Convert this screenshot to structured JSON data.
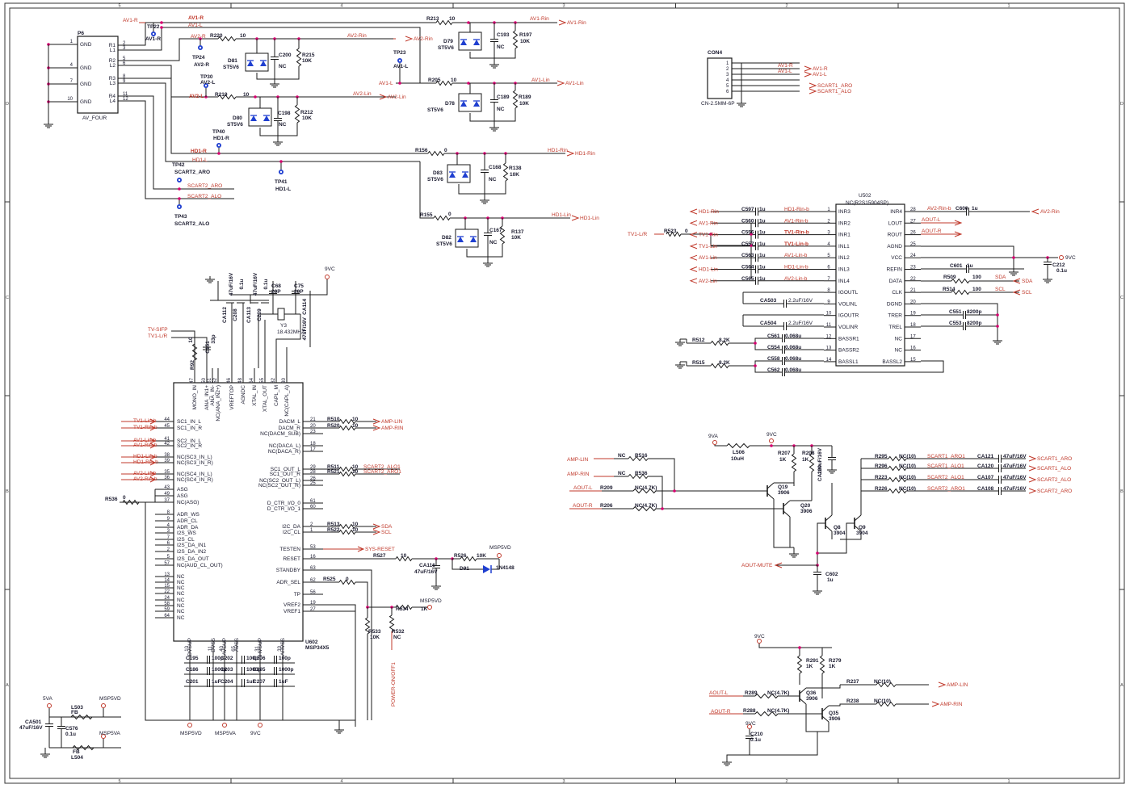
{
  "colors": {
    "wire": "#1a1a1a",
    "net": "#c0392b",
    "junction": "#d6006f",
    "diode": "#1f3fd0"
  },
  "frame": {
    "cols": [
      "5",
      "4",
      "3",
      "2",
      "1"
    ],
    "rows": [
      "D",
      "C",
      "B",
      "A"
    ]
  },
  "p6": {
    "ref": "P6",
    "name": "AV_FOUR",
    "left_pins": [
      {
        "n": "1",
        "l": "GND"
      },
      {
        "n": "4",
        "l": "GND"
      },
      {
        "n": "7",
        "l": "GND"
      },
      {
        "n": "10",
        "l": "GND"
      }
    ],
    "right_pins": [
      {
        "n": "2",
        "l": "R1"
      },
      {
        "n": "3",
        "l": "L1"
      },
      {
        "n": "5",
        "l": "R2"
      },
      {
        "n": "6",
        "l": "L2"
      },
      {
        "n": "8",
        "l": "R3"
      },
      {
        "n": "9",
        "l": "L3"
      },
      {
        "n": "11",
        "l": "R4"
      },
      {
        "n": "12",
        "l": "L4"
      }
    ]
  },
  "con4": {
    "ref": "CON4",
    "name": "CN-2.5MM-6P",
    "pins": [
      "1",
      "2",
      "3",
      "4",
      "5",
      "6"
    ],
    "nets": [
      "AV1-R",
      "AV1-L",
      "SCART1_ARO",
      "SCART1_ALO"
    ]
  },
  "top": {
    "nets": {
      "av1r": "AV1-R",
      "av1l": "AV1-L",
      "av2r": "AV2-R",
      "av2l": "AV2-L",
      "hd1r": "HD1-R",
      "hd1l": "HD1-L",
      "av1rin": "AV1-Rin",
      "av1lin": "AV1-Lin",
      "av2rin": "AV2-Rin",
      "av2lin": "AV2-Lin",
      "hd1rin": "HD1-Rin",
      "hd1lin": "HD1-Lin",
      "scart2aro": "SCART2_ARO",
      "scart2alo": "SCART2_ALO"
    },
    "testpoints": [
      {
        "ref": "TP22",
        "net": "AV1-R"
      },
      {
        "ref": "TP24",
        "net": "AV2-R"
      },
      {
        "ref": "TP30",
        "net": "AV2-L"
      },
      {
        "ref": "TP40",
        "net": "HD1-R"
      },
      {
        "ref": "TP42",
        "net": "SCART2_ARO"
      },
      {
        "ref": "TP43",
        "net": "SCART2_ALO"
      },
      {
        "ref": "TP41",
        "net": "HD1-L"
      },
      {
        "ref": "TP23",
        "net": "AV1-L"
      }
    ],
    "resistors": [
      {
        "ref": "R220",
        "v": "10"
      },
      {
        "ref": "R215",
        "v": "10K"
      },
      {
        "ref": "R219",
        "v": "10"
      },
      {
        "ref": "R212",
        "v": "10K"
      },
      {
        "ref": "R213",
        "v": "10"
      },
      {
        "ref": "R197",
        "v": "10K"
      },
      {
        "ref": "R205",
        "v": "10"
      },
      {
        "ref": "R189",
        "v": "10K"
      },
      {
        "ref": "R156",
        "v": "0"
      },
      {
        "ref": "R138",
        "v": "10K"
      },
      {
        "ref": "R155",
        "v": "0"
      },
      {
        "ref": "R137",
        "v": "10K"
      }
    ],
    "caps": [
      {
        "ref": "C200",
        "v": "NC"
      },
      {
        "ref": "C198",
        "v": "NC"
      },
      {
        "ref": "C193",
        "v": "NC"
      },
      {
        "ref": "C189",
        "v": "NC"
      },
      {
        "ref": "C168",
        "v": "NC"
      },
      {
        "ref": "C167",
        "v": "NC"
      }
    ],
    "diodes": [
      {
        "ref": "D81",
        "v": "ST5V6"
      },
      {
        "ref": "D80",
        "v": "ST5V6"
      },
      {
        "ref": "D79",
        "v": "ST5V6"
      },
      {
        "ref": "D78",
        "v": "ST5V6"
      },
      {
        "ref": "D83",
        "v": "ST5V6"
      },
      {
        "ref": "D82",
        "v": "ST5V6"
      }
    ]
  },
  "u502": {
    "ref": "U502",
    "part": "NC(R2S15904SP)",
    "left": [
      {
        "n": "1",
        "l": "INR3"
      },
      {
        "n": "2",
        "l": "INR2"
      },
      {
        "n": "3",
        "l": "INR1"
      },
      {
        "n": "4",
        "l": "INL1"
      },
      {
        "n": "5",
        "l": "INL2"
      },
      {
        "n": "6",
        "l": "INL3"
      },
      {
        "n": "7",
        "l": "INL4"
      },
      {
        "n": "8",
        "l": "IGOUTL"
      },
      {
        "n": "9",
        "l": "VOLINL"
      },
      {
        "n": "10",
        "l": "IGOUTR"
      },
      {
        "n": "11",
        "l": "VOLINR"
      },
      {
        "n": "12",
        "l": "BASSR1"
      },
      {
        "n": "13",
        "l": "BASSR2"
      },
      {
        "n": "14",
        "l": "BASSL1"
      }
    ],
    "right": [
      {
        "n": "28",
        "l": "INR4"
      },
      {
        "n": "27",
        "l": "LOUT"
      },
      {
        "n": "26",
        "l": "ROUT"
      },
      {
        "n": "25",
        "l": "AGND"
      },
      {
        "n": "24",
        "l": "VCC"
      },
      {
        "n": "23",
        "l": "REFIN"
      },
      {
        "n": "22",
        "l": "DATA"
      },
      {
        "n": "21",
        "l": "CLK"
      },
      {
        "n": "20",
        "l": "DGND"
      },
      {
        "n": "19",
        "l": "TRER"
      },
      {
        "n": "18",
        "l": "TREL"
      },
      {
        "n": "17",
        "l": "NC"
      },
      {
        "n": "16",
        "l": "NC"
      },
      {
        "n": "15",
        "l": "BASSL2"
      }
    ],
    "inputs": [
      {
        "net": "HD1-Rin",
        "cap": "C597",
        "v": "1u",
        "pin": "HD1-Rin-b"
      },
      {
        "net": "AV1-Rin",
        "cap": "C560",
        "v": "1u",
        "pin": "AV1-Rin-b"
      },
      {
        "net": "TV1-Rin",
        "cap": "C556",
        "v": "1u",
        "pin": "TV1-Rin-b"
      },
      {
        "net": "TV1-Lin",
        "cap": "C557",
        "v": "1u",
        "pin": "TV1-Lin-b"
      },
      {
        "net": "AV1-Lin",
        "cap": "C563",
        "v": "1u",
        "pin": "AV1-Lin-b"
      },
      {
        "net": "HD1-Lin",
        "cap": "C564",
        "v": "1u",
        "pin": "HD1-Lin-b"
      },
      {
        "net": "AV2-Lin",
        "cap": "C565",
        "v": "1u",
        "pin": "AV2-Lin-b"
      }
    ],
    "tv_in": "TV1-L/R",
    "r523": "R523",
    "r523v": "0",
    "vol": [
      {
        "ref": "CA503",
        "v": "2.2uF/16V"
      },
      {
        "ref": "CA504",
        "v": "2.2uF/16V"
      }
    ],
    "bass": [
      {
        "ref": "C561",
        "v": "0.068u"
      },
      {
        "ref": "C554",
        "v": "0.068u"
      },
      {
        "ref": "C558",
        "v": "0.068u"
      },
      {
        "ref": "C562",
        "v": "0.068u"
      }
    ],
    "bass_r": [
      {
        "ref": "R512",
        "v": "8.2K"
      },
      {
        "ref": "R515",
        "v": "8.2K"
      }
    ],
    "right_side": {
      "c600": "C600",
      "c600v": "1u",
      "av2rinb": "AV2-Rin-b",
      "av2rin": "AV2-Rin",
      "aoutl": "AOUT-L",
      "aoutr": "AOUT-R",
      "vcc": "9VC",
      "c601": "C601",
      "c601v": "1u",
      "c212": "C212",
      "c212v": "0.1u",
      "r509": "R509",
      "r509v": "100",
      "sda": "SDA",
      "r514": "R514",
      "r514v": "100",
      "scl": "SCL",
      "c551": "C551",
      "c551v": "8200p",
      "c553": "C553",
      "c553v": "8200p"
    }
  },
  "u602": {
    "ref": "U602",
    "part": "MSP34X5",
    "top_pins": [
      {
        "n": "47",
        "l": "MONO_IN"
      },
      {
        "n": "50",
        "l": "ANA_IN1+"
      },
      {
        "n": "51",
        "l": "ANA_IN-"
      },
      {
        "n": "52",
        "l": "NC(ANA_IN2+)"
      },
      {
        "n": "46",
        "l": "VREFTOP"
      },
      {
        "n": "48",
        "l": "AGNDC"
      },
      {
        "n": "54",
        "l": "XTAL_IN"
      },
      {
        "n": "55",
        "l": "XTAL_OUT"
      },
      {
        "n": "32",
        "l": "CAPL_M"
      },
      {
        "n": "30",
        "l": "NC(CAPL_A)"
      }
    ],
    "left_pins": [
      {
        "n": "44",
        "l": "SC1_IN_L",
        "net": "TV1-Lin-b"
      },
      {
        "n": "45",
        "l": "SC1_IN_R",
        "net": "TV1-Rin-b"
      },
      {
        "n": "41",
        "l": "SC2_IN_L",
        "net": "AV1-Lin-b"
      },
      {
        "n": "42",
        "l": "SC2_IN_R",
        "net": "AV1-Rin-b"
      },
      {
        "n": "38",
        "l": "NC(SC3_IN_L)",
        "net": "HD1-Lin-b"
      },
      {
        "n": "39",
        "l": "NC(SC3_IN_R)",
        "net": "HD1-Rin-b"
      },
      {
        "n": "35",
        "l": "NC(SC4_IN_L)",
        "net": "AV2-Lin-b"
      },
      {
        "n": "36",
        "l": "NC(SC4_IN_R)",
        "net": "AV2-Rin-b"
      },
      {
        "n": "43",
        "l": "ASG"
      },
      {
        "n": "49",
        "l": "ASG"
      },
      {
        "n": "37",
        "l": "NC(ASG)"
      },
      {
        "n": "8",
        "l": "ADR_WS"
      },
      {
        "n": "9",
        "l": "ADR_CL"
      },
      {
        "n": "4",
        "l": "ADR_DA"
      },
      {
        "n": "3",
        "l": "I2S_WS"
      },
      {
        "n": "7",
        "l": "I2S_CL"
      },
      {
        "n": "6",
        "l": "I2S_DA_IN1"
      },
      {
        "n": "2",
        "l": "I2S_DA_IN2"
      },
      {
        "n": "5",
        "l": "I2S_DA_OUT"
      },
      {
        "n": "57",
        "l": "NC(AUD_CL_OUT)"
      },
      {
        "n": "13",
        "l": "NC"
      },
      {
        "n": "14",
        "l": "NC"
      },
      {
        "n": "15",
        "l": "NC"
      },
      {
        "n": "22",
        "l": "NC"
      },
      {
        "n": "24",
        "l": "NC"
      },
      {
        "n": "58",
        "l": "NC"
      },
      {
        "n": "59",
        "l": "NC"
      },
      {
        "n": "64",
        "l": "NC"
      }
    ],
    "right_pins": [
      {
        "n": "21",
        "l": "DACM_L"
      },
      {
        "n": "20",
        "l": "DACM_R"
      },
      {
        "n": "23",
        "l": "NC(DACM_SUB)"
      },
      {
        "n": "18",
        "l": "NC(DACA_L)"
      },
      {
        "n": "17",
        "l": "NC(DACA_R)"
      },
      {
        "n": "29",
        "l": "SC1_OUT_L"
      },
      {
        "n": "28",
        "l": "SC1_OUT_R"
      },
      {
        "n": "26",
        "l": "NC(SC2_OUT_L)"
      },
      {
        "n": "25",
        "l": "NC(SC2_OUT_R)"
      },
      {
        "n": "61",
        "l": "D_CTR_I/O_0"
      },
      {
        "n": "60",
        "l": "D_CTR_I/O_1"
      },
      {
        "n": "2",
        "l": "I2C_DA"
      },
      {
        "n": "1",
        "l": "I2C_CL"
      },
      {
        "n": "53",
        "l": "TESTEN"
      },
      {
        "n": "16",
        "l": "RESET"
      },
      {
        "n": "63",
        "l": "STANDBY"
      },
      {
        "n": "62",
        "l": "ADR_SEL"
      },
      {
        "n": "56",
        "l": "TP"
      },
      {
        "n": "19",
        "l": "VREF2"
      },
      {
        "n": "27",
        "l": "VREF1"
      }
    ],
    "bottom_pins": [
      {
        "n": "10",
        "l": "DVSUP"
      },
      {
        "n": "11",
        "l": "DVSS"
      },
      {
        "n": "40",
        "l": "AVSUP"
      },
      {
        "n": "65",
        "l": "AVSS"
      },
      {
        "n": "31",
        "l": "AHVSUP"
      },
      {
        "n": "33",
        "l": "AHVSS"
      }
    ],
    "out_res": [
      {
        "ref": "R510",
        "v": "10",
        "net": "AMP-LIN"
      },
      {
        "ref": "R520",
        "v": "10",
        "net": "AMP-RIN"
      },
      {
        "ref": "R511",
        "v": "10",
        "net": "SCART2_ALO1"
      },
      {
        "ref": "R521",
        "v": "10",
        "net": "SCART2_ARO1"
      },
      {
        "ref": "R513",
        "v": "10",
        "net": "SDA"
      },
      {
        "ref": "R522",
        "v": "10",
        "net": "SCL"
      }
    ],
    "misc": {
      "testen": "SYS-RESET",
      "r527": "R527",
      "r527v": "10",
      "r526": "R526",
      "r526v": "10K",
      "d91": "D91",
      "d91v": "1N4148",
      "msp5vd": "MSP5VD",
      "ca116": "CA116",
      "ca116v": "47uF/16V",
      "r525": "R525",
      "r525v": "0",
      "r534": "R534",
      "r534v": "1K",
      "msp5vd2": "MSP5VD",
      "r533": "R533",
      "r533v": "10K",
      "r532": "R532",
      "r532v": "NC",
      "pwr": "POWER-ON/OFF1",
      "tvsif": "TV-SIFP",
      "tvlr": "TV1-L/R",
      "r92": "R92",
      "r92v": "10",
      "c151": "C151",
      "c151v": "33p",
      "c152": "C152",
      "c152v": "33p",
      "r536": "R536",
      "r536v": "0",
      "nine_vc": "9VC",
      "ca112": "CA112",
      "ca112v": "47uF/16V",
      "c208": "C208",
      "c208v": "0.1u",
      "ca113": "CA113",
      "ca113v": "47uF/16V",
      "c209": "C209",
      "c209v": "0.1u",
      "c68": "C68",
      "c68v": "20P",
      "c75": "C75",
      "c75v": "20P",
      "y3": "Y3",
      "y3v": "18.432MHZ",
      "ca114": "CA114",
      "ca114v": "47uF/16V"
    },
    "bypass": [
      {
        "ref": "C195",
        "v": "100p"
      },
      {
        "ref": "C186",
        "v": "1000p"
      },
      {
        "ref": "C201",
        "v": "1uF"
      },
      {
        "ref": "C202",
        "v": "100p"
      },
      {
        "ref": "C203",
        "v": "1000p"
      },
      {
        "ref": "C204",
        "v": "1uF"
      },
      {
        "ref": "C206",
        "v": "100p"
      },
      {
        "ref": "C205",
        "v": "1000p"
      },
      {
        "ref": "C207",
        "v": "1uF"
      }
    ],
    "rails": [
      "MSP5VD",
      "MSP5VA",
      "9VC"
    ]
  },
  "psu": {
    "ca501": "CA501",
    "ca501v": "47uF/16V",
    "five_va": "5VA",
    "l503": "L503",
    "l503v": "FB",
    "l504": "L504",
    "l504v": "FB",
    "c576": "C576",
    "c576v": "0.1u",
    "msp5vd": "MSP5VD",
    "msp5va": "MSP5VA"
  },
  "amp": {
    "nine_va": "9VA",
    "nine_vc": "9VC",
    "l506": "L506",
    "l506v": "10uH",
    "r207": "R207",
    "r207v": "1K",
    "r208": "R208",
    "r208v": "1K",
    "ca109": "CA109",
    "ca109v": "220uF/16V",
    "q19": "Q19",
    "q19v": "3906",
    "q20": "Q20",
    "q20v": "3906",
    "q8": "Q8",
    "q8v": "3904",
    "q9": "Q9",
    "q9v": "3904",
    "ampl": "AMP-LIN",
    "ampr": "AMP-RIN",
    "nc": "NC",
    "r516": "R516",
    "r536": "R536",
    "aoutl": "AOUT-L",
    "aoutr": "AOUT-R",
    "r209": "R209",
    "r209v": "NC(4.7K)",
    "r206": "R206",
    "r206v": "NC(4.7K)",
    "mute": "AOUT-MUTE",
    "c602": "C602",
    "c602v": "1u",
    "outs": [
      {
        "ref": "R295",
        "v": "NC(10)",
        "net": "SCART1_ARO1",
        "cap": "CA121",
        "cv": "47uF/16V",
        "out": "SCART1_ARO"
      },
      {
        "ref": "R296",
        "v": "NC(10)",
        "net": "SCART1_ALO1",
        "cap": "CA120",
        "cv": "47uF/16V",
        "out": "SCART1_ALO"
      },
      {
        "ref": "R223",
        "v": "NC(10)",
        "net": "SCART2_ALO1",
        "cap": "CA107",
        "cv": "47uF/16V",
        "out": "SCART2_ALO"
      },
      {
        "ref": "R226",
        "v": "NC(10)",
        "net": "SCART2_ARO1",
        "cap": "CA108",
        "cv": "47uF/16V",
        "out": "SCART2_ARO"
      }
    ]
  },
  "amp2": {
    "nine_vc": "9VC",
    "r291": "R291",
    "r291v": "1K",
    "r279": "R279",
    "r279v": "1K",
    "r237": "R237",
    "r237v": "NC(10)",
    "r238": "R238",
    "r238v": "NC(10)",
    "ampl": "AMP-LIN",
    "ampr": "AMP-RIN",
    "q36": "Q36",
    "q36v": "3906",
    "q35": "Q35",
    "q35v": "3906",
    "aoutl": "AOUT-L",
    "aoutr": "AOUT-R",
    "r289": "R289",
    "r289v": "NC(4.7K)",
    "r288": "R288",
    "r288v": "NC(4.7K)",
    "c210": "C210",
    "c210v": "0.1u",
    "nine_vc2": "9VC"
  }
}
